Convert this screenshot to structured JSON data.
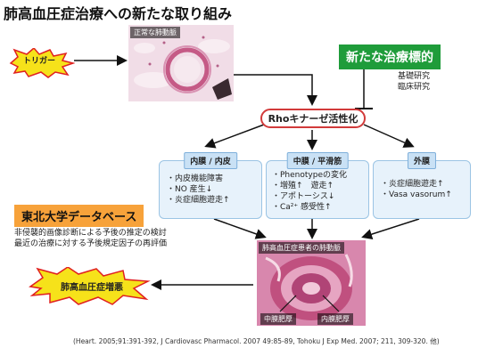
{
  "title": "肺高血圧症治療への新たな取り組み",
  "normal_artery_label": "正常な肺動脈",
  "trigger_label": "トリガー",
  "new_target": {
    "label": "新たな治療標的",
    "items": [
      "基礎研究",
      "臨床研究"
    ]
  },
  "rho_label": "Rhoキナーゼ活性化",
  "panels": [
    {
      "header": "内膜 / 内皮",
      "items": [
        "・内皮機能障害",
        "・NO 産生↓",
        "・炎症細胞遊走↑"
      ]
    },
    {
      "header": "中膜 / 平滑筋",
      "items": [
        "・Phenotypeの変化",
        "・増殖↑　遊走↑",
        "・アポトーシス↓",
        "・Ca²⁺ 感受性↑"
      ]
    },
    {
      "header": "外膜",
      "items": [
        "・炎症細胞遊走↑",
        "・Vasa vasorum↑"
      ]
    }
  ],
  "database": {
    "label": "東北大学データベース",
    "lines": [
      "非侵襲的画像診断による予後の推定の検討",
      "最近の治療に対する予後規定因子の再評価"
    ]
  },
  "patient_artery_label": "肺高血圧症患者の肺動脈",
  "medial_label": "中膜肥厚",
  "intimal_label": "内膜肥厚",
  "outcome_label": "肺高血圧症増悪",
  "citation": "(Heart. 2005;91:391-392, J Cardiovasc Pharmacol. 2007 49:85-89, Tohoku J Exp Med. 2007; 211, 309-320. 他)",
  "colors": {
    "green": "#1f9c3a",
    "orange": "#f7a23a",
    "burst_yellow": "#f6e21a",
    "burst_red": "#e02020",
    "panel_bg": "#e7f2fb",
    "header_bg": "#c9e1f5"
  }
}
